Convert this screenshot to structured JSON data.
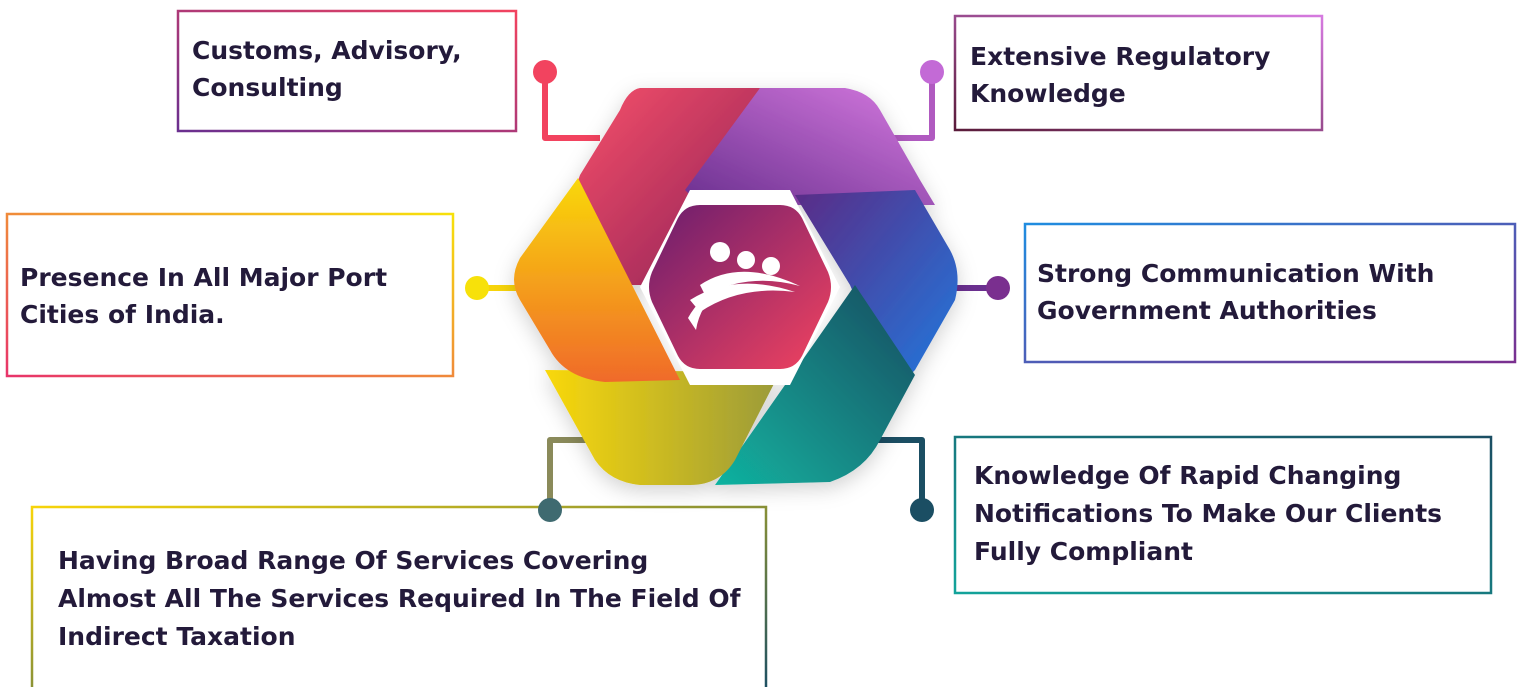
{
  "features": [
    {
      "id": "customs",
      "text": "Customs, Advisory, Consulting"
    },
    {
      "id": "regulatory",
      "text": "Extensive Regulatory Knowledge"
    },
    {
      "id": "ports",
      "text": "Presence In All Major Port Cities of India."
    },
    {
      "id": "communication",
      "text": "Strong Communication With Government Authorities"
    },
    {
      "id": "notifications",
      "text": "Knowledge Of Rapid Changing Notifications To Make Our Clients Fully Compliant"
    },
    {
      "id": "services",
      "text": "Having Broad Range Of Services Covering Almost All The Services Required In The Field Of Indirect Taxation"
    }
  ],
  "colors": {
    "red": "#f2435f",
    "purple": "#c36ad6",
    "violet": "#6a2f8f",
    "teal": "#13a39a",
    "yellow": "#f7d40a",
    "orange": "#f08a24",
    "navy": "#1b4e63",
    "center": "#c8315e",
    "text": "#231a3a"
  },
  "icons": {
    "center": "people-bridge-logo-icon"
  }
}
